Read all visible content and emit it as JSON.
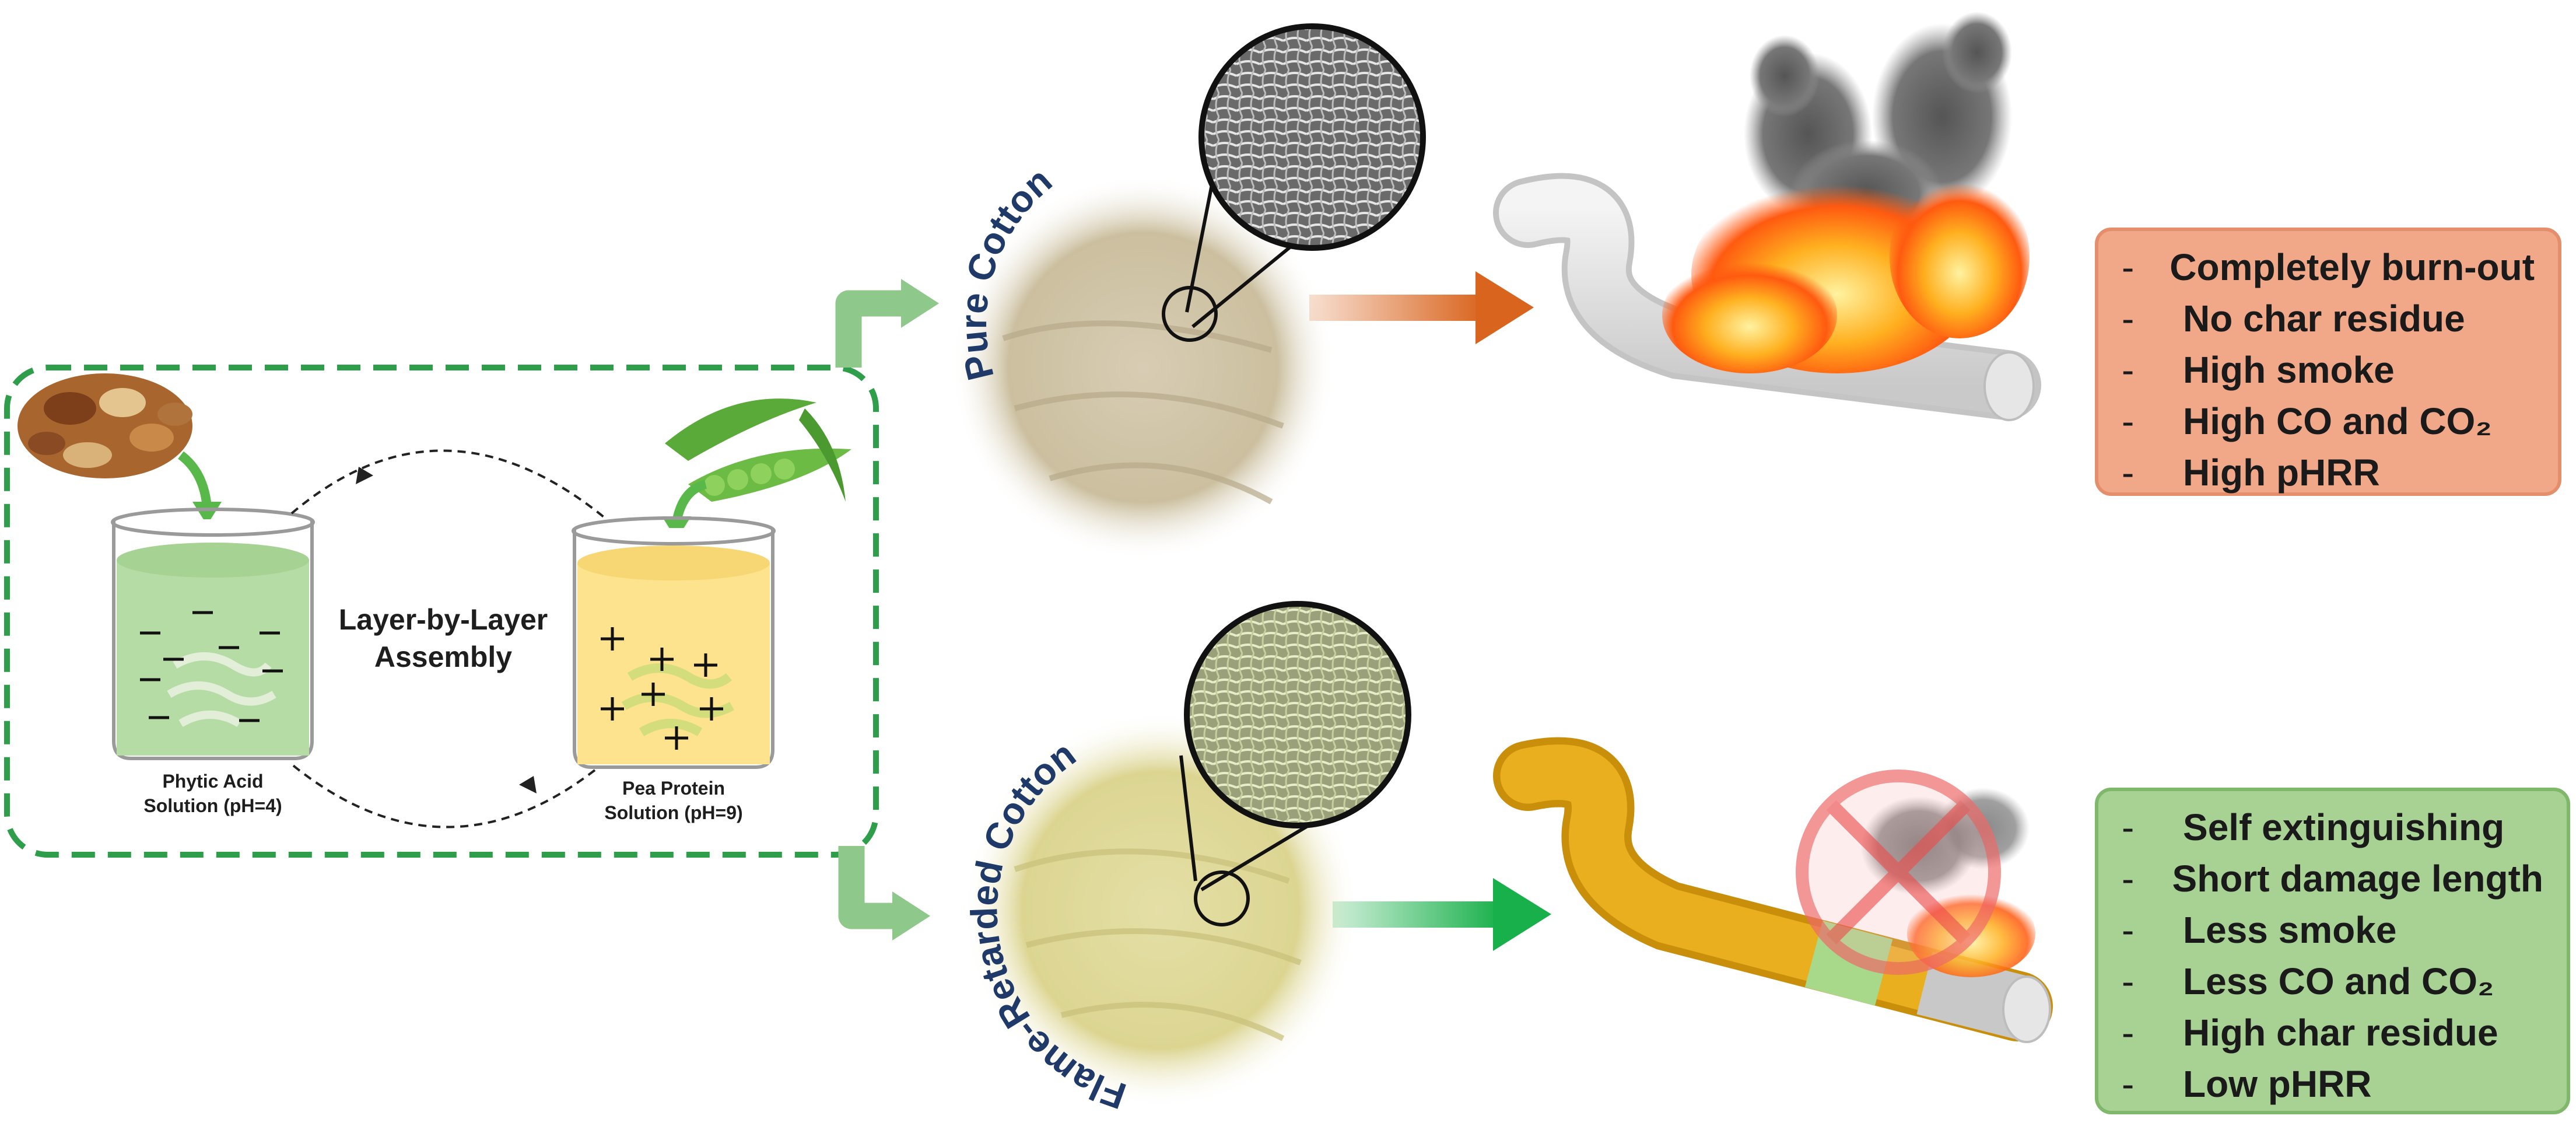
{
  "assembly": {
    "title_line1": "Layer-by-Layer",
    "title_line2": "Assembly",
    "beaker_left_line1": "Phytic Acid",
    "beaker_left_line2": "Solution (pH=4)",
    "beaker_right_line1": "Pea Protein",
    "beaker_right_line2": "Solution (pH=9)"
  },
  "pure_cotton": {
    "label": "Pure Cotton",
    "results": [
      "Completely burn-out",
      "No char residue",
      "High smoke",
      "High CO and CO₂",
      "High pHRR"
    ]
  },
  "fr_cotton": {
    "label": "Flame-Retarded Cotton",
    "results": [
      "Self extinguishing",
      "Short damage length",
      "Less smoke",
      "Less CO and CO₂",
      "High char residue",
      "Low pHRR"
    ]
  },
  "colors": {
    "dashed_border": "#2e9e4a",
    "orange_arrow": "#d9641e",
    "green_arrow": "#18b04a",
    "red_box": "#f1a888",
    "green_box": "#a7d294"
  }
}
